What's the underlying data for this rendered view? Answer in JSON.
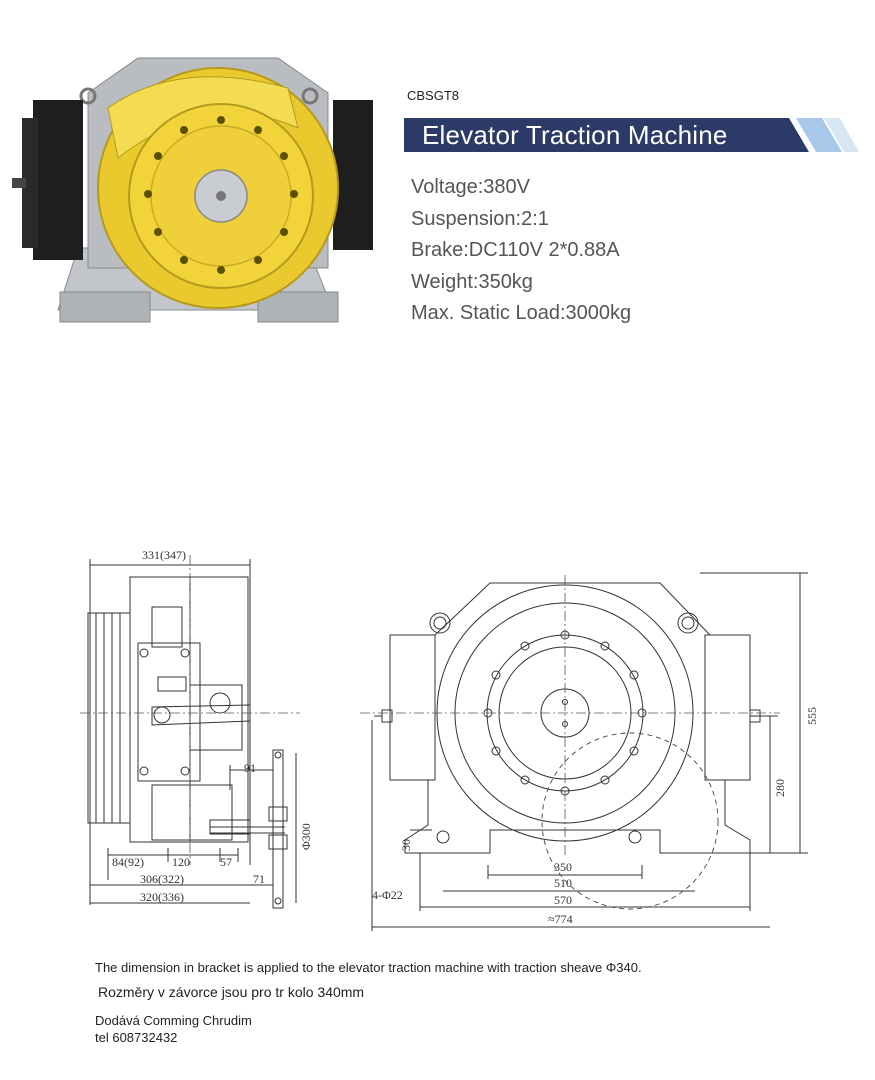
{
  "header": {
    "model": "CBSGT8",
    "title": "Elevator Traction Machine"
  },
  "specs": [
    "Voltage:380V",
    "Suspension:2:1",
    "Brake:DC110V 2*0.88A",
    "Weight:350kg",
    "Max. Static Load:3000kg"
  ],
  "drawing": {
    "side": {
      "d_331": "331(347)",
      "d_91": "91",
      "d_300": "Φ300",
      "d_84": "84(92)",
      "d_120": "120",
      "d_57": "57",
      "d_306": "306(322)",
      "d_71": "71",
      "d_320": "320(336)"
    },
    "front": {
      "d_555": "555",
      "d_280": "280",
      "d_30": "30",
      "d_350": "350",
      "d_510": "510",
      "d_4phi22": "4-Φ22",
      "d_570": "570",
      "d_774": "≈774"
    }
  },
  "notes": {
    "english": "The dimension in bracket is applied to the elevator traction machine with traction sheave Φ340.",
    "czech": "Rozměry v závorce jsou pro tr kolo 340mm",
    "supplier": "Dodává Comming Chrudim",
    "phone": "tel 608732432"
  },
  "colors": {
    "title_bar": "#2b3a66",
    "title_accent": "#a7c8e8",
    "machine_yellow": "#f2d43a",
    "brake_black": "#1e1e1e",
    "frame_grey": "#b9bdc2"
  }
}
